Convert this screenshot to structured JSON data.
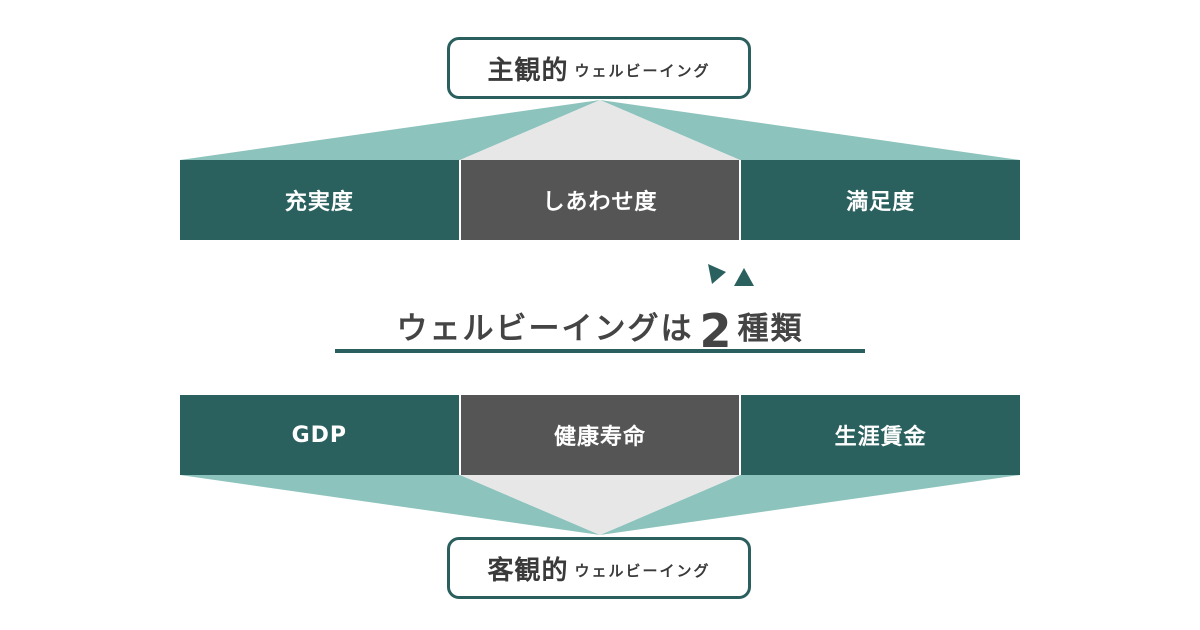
{
  "subjective": {
    "main": "主観的",
    "sub": "ウェルビーイング"
  },
  "subjective_items": [
    "充実度",
    "しあわせ度",
    "満足度"
  ],
  "headline": {
    "prefix": "ウェルビーイングは",
    "number": "2",
    "suffix": "種類"
  },
  "objective_items": [
    "GDP",
    "健康寿命",
    "生涯賃金"
  ],
  "objective": {
    "main": "客観的",
    "sub": "ウェルビーイング"
  },
  "colors": {
    "dark_teal": "#2a615e",
    "light_teal": "#8cc3bd",
    "center_gray": "#555555",
    "light_gray": "#e6e7e6",
    "text": "#3a3a3a"
  }
}
